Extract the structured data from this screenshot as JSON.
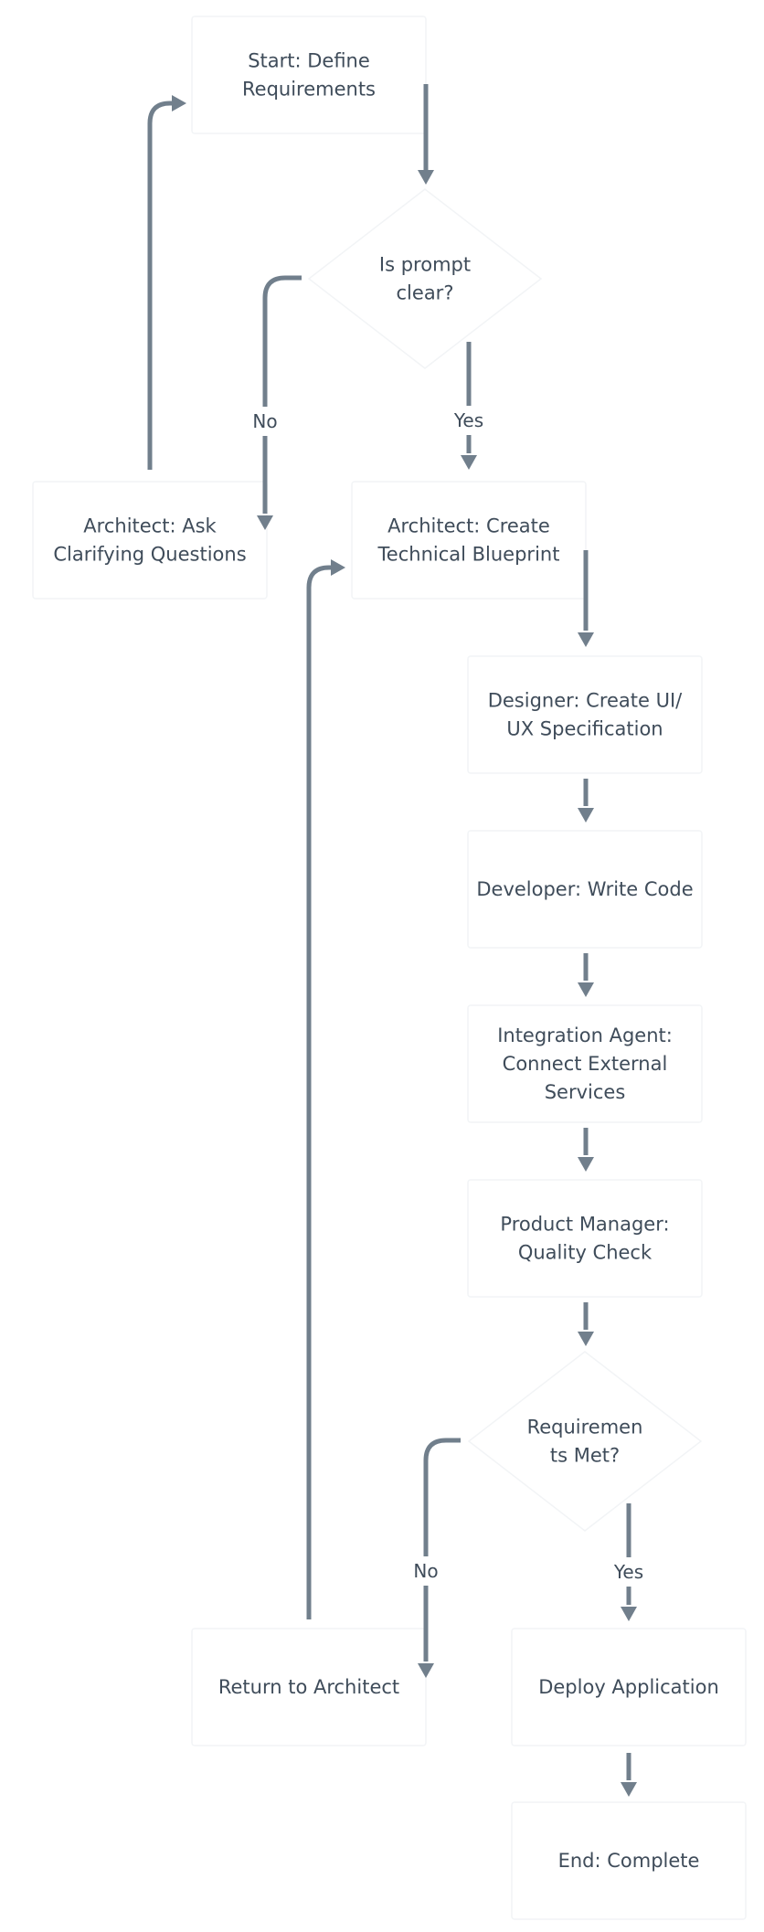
{
  "nodes": {
    "start": {
      "shape": "box",
      "lines": [
        "Start: Define",
        "Requirements"
      ]
    },
    "prompt_clear": {
      "shape": "diamond",
      "lines": [
        "Is prompt",
        "clear?"
      ]
    },
    "ask_questions": {
      "shape": "box",
      "lines": [
        "Architect: Ask",
        "Clarifying Questions"
      ]
    },
    "blueprint": {
      "shape": "box",
      "lines": [
        "Architect: Create",
        "Technical Blueprint"
      ]
    },
    "designer": {
      "shape": "box",
      "lines": [
        "Designer: Create UI/",
        "UX Specification"
      ]
    },
    "developer": {
      "shape": "box",
      "lines": [
        "Developer: Write Code"
      ]
    },
    "integration": {
      "shape": "box",
      "lines": [
        "Integration Agent:",
        "Connect External",
        "Services"
      ]
    },
    "product_manager": {
      "shape": "box",
      "lines": [
        "Product Manager:",
        "Quality Check"
      ]
    },
    "requirements_met": {
      "shape": "diamond",
      "lines": [
        "Requiremen",
        "ts Met?"
      ]
    },
    "return_architect": {
      "shape": "box",
      "lines": [
        "Return to Architect"
      ]
    },
    "deploy": {
      "shape": "box",
      "lines": [
        "Deploy Application"
      ]
    },
    "end": {
      "shape": "box",
      "lines": [
        "End: Complete"
      ]
    }
  },
  "edges": [
    {
      "from": "start",
      "to": "prompt_clear",
      "label": ""
    },
    {
      "from": "prompt_clear",
      "to": "ask_questions",
      "label": "No"
    },
    {
      "from": "prompt_clear",
      "to": "blueprint",
      "label": "Yes"
    },
    {
      "from": "ask_questions",
      "to": "start",
      "label": ""
    },
    {
      "from": "blueprint",
      "to": "designer",
      "label": ""
    },
    {
      "from": "designer",
      "to": "developer",
      "label": ""
    },
    {
      "from": "developer",
      "to": "integration",
      "label": ""
    },
    {
      "from": "integration",
      "to": "product_manager",
      "label": ""
    },
    {
      "from": "product_manager",
      "to": "requirements_met",
      "label": ""
    },
    {
      "from": "requirements_met",
      "to": "return_architect",
      "label": "No"
    },
    {
      "from": "requirements_met",
      "to": "deploy",
      "label": "Yes"
    },
    {
      "from": "return_architect",
      "to": "blueprint",
      "label": ""
    },
    {
      "from": "deploy",
      "to": "end",
      "label": ""
    }
  ],
  "colors": {
    "edge": "#717f8c",
    "text": "#3f4c5a",
    "node_fill": "#ffffff",
    "node_border": "#f2f4f6"
  }
}
